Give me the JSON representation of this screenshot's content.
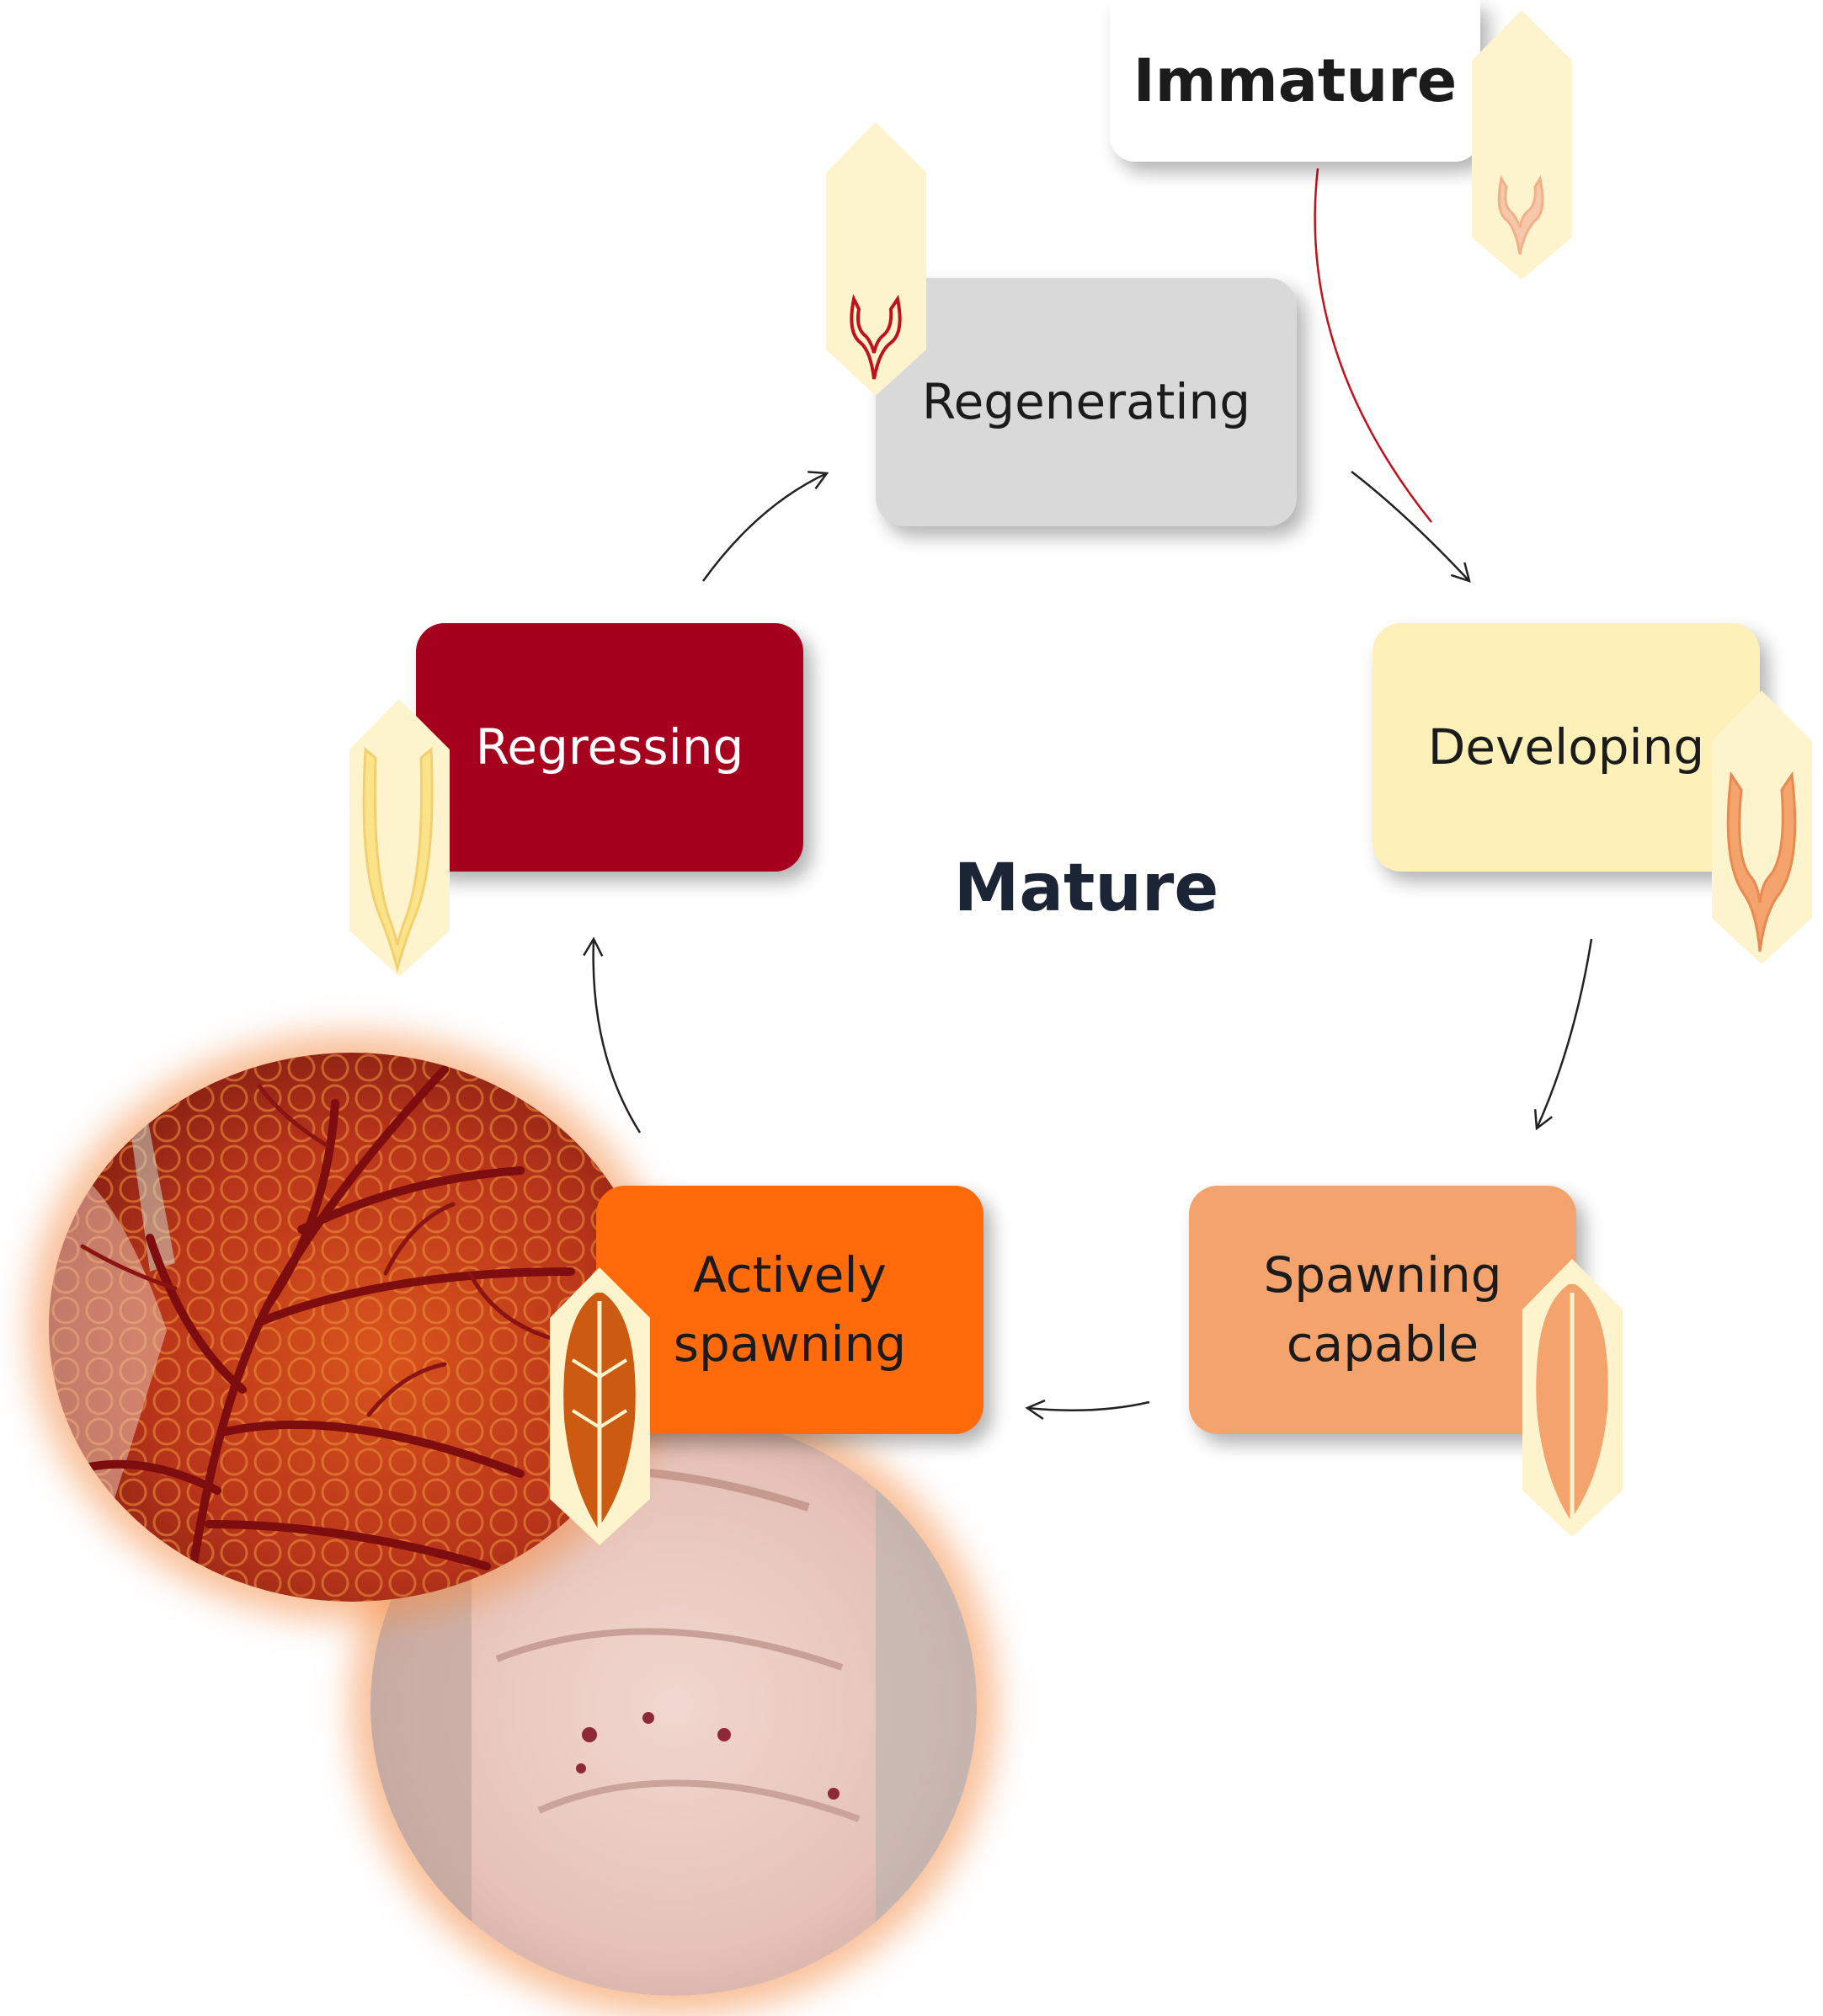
{
  "diagram": {
    "outer_stage": "Immature",
    "cycle_label": "Mature",
    "stages": [
      "Regenerating",
      "Developing",
      "Spawning capable",
      "Actively spawning",
      "Regressing"
    ]
  },
  "colors": {
    "immature_box": "#ffffff",
    "regenerating_box": "#d9d9d9",
    "developing_box": "#fdf0b8",
    "spawning_capable_box": "#f4a36c",
    "actively_spawning_box": "#ff6a0a",
    "regressing_box": "#a5001e",
    "immature_arrow": "#c0121c",
    "cycle_arrows": "#222222"
  },
  "icons": {
    "stage_icon": "ovary-lobe-icon",
    "photo_1": "ovary-photo-red",
    "photo_2": "ovary-photo-pale"
  }
}
